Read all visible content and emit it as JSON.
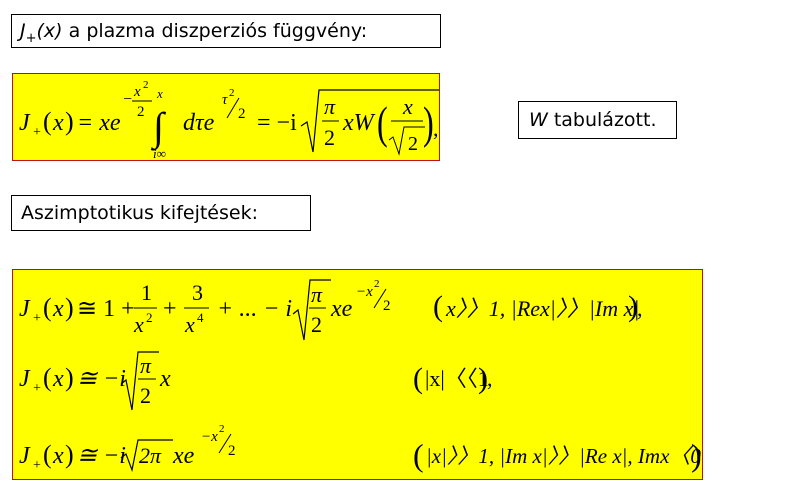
{
  "title_box": {
    "symbol": "J",
    "subscript": "+",
    "arg": "(x)",
    "text": " a plazma diszperziós függvény:"
  },
  "tabulated_box": {
    "symbol": "W",
    "text": " tabulázott."
  },
  "asymptotic_box": {
    "text": "Aszimptotikus  kifejtések:"
  },
  "formula1": {
    "lhs": "J",
    "sub": "+",
    "arg": "x",
    "eq": "= xe",
    "exp_num": "x",
    "exp_sup": "2",
    "exp_den": "2",
    "int_upper": "x",
    "int_lower": "i∞",
    "dtau": "dτe",
    "tau_exp_num": "τ",
    "tau_exp_sup": "2",
    "tau_exp_den": "2",
    "rhs": "= −i",
    "pi": "π",
    "two": "2",
    "xW": "xW",
    "frac_x": "x",
    "sqrt2": "2",
    "comma": ","
  },
  "formula_asym": {
    "line1": {
      "approx": "≅ 1 +",
      "f1_num": "1",
      "f1_den": "x",
      "f1_den_sup": "2",
      "plus": "+",
      "f2_num": "3",
      "f2_den": "x",
      "f2_den_sup": "4",
      "rest": "+ ... − i",
      "pi": "π",
      "two": "2",
      "tail": "xe",
      "exp": "−x",
      "exp_sup": "2",
      "exp_den": "2",
      "cond": "x〉〉1,   |Rex|〉〉|Im x|",
      "cond_end": ","
    },
    "line2": {
      "approx": "≅ −i",
      "pi": "π",
      "two": "2",
      "tail": "x",
      "cond": "|x|〈〈1",
      "cond_end": ","
    },
    "line3": {
      "approx": "≅ −i",
      "root": "2π",
      "tail": "xe",
      "exp": "−x",
      "exp_sup": "2",
      "exp_den": "2",
      "cond": "|x|〉〉1,  |Im x|〉〉|Re x|,  Imx〈0"
    }
  }
}
